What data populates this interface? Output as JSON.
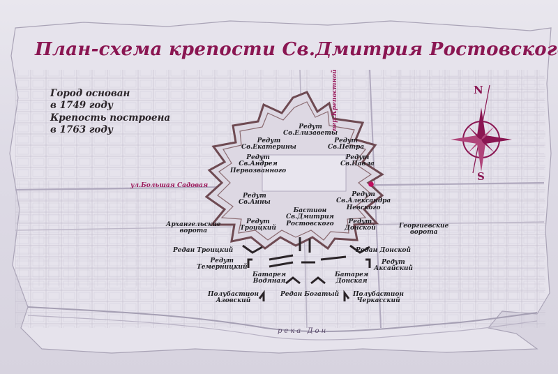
{
  "title": "План-схема крепости Св.Дмитрия Ростовского",
  "history": {
    "line1": "Город основан",
    "line2": "в 1749 году",
    "line3": "Крепость построена",
    "line4": "в 1763 году"
  },
  "compass": {
    "north": "N",
    "south": "S"
  },
  "streets": {
    "bolshaya_sadovaya": "ул.Большая Садовая",
    "krepostnoy": "пер.Крепостной"
  },
  "river": "река Дон",
  "labels": {
    "redut_elizavety": [
      "Редут",
      "Св.Елизаветы"
    ],
    "redut_ekateriny": [
      "Редут",
      "Св.Екатерины"
    ],
    "redut_petra": [
      "Редут",
      "Св.Петра"
    ],
    "redut_andreya": [
      "Редут",
      "Св.Андрея",
      "Первозванного"
    ],
    "redut_pavla": [
      "Редут",
      "Св.Павла"
    ],
    "redut_anny": [
      "Редут",
      "Св.Анны"
    ],
    "redut_aleksandra": [
      "Редут",
      "Св.Александра",
      "Невского"
    ],
    "bastion": [
      "Бастион",
      "Св.Дмитрия",
      "Ростовского"
    ],
    "redut_troitsky": [
      "Редут",
      "Троицкий"
    ],
    "redut_donskoy": [
      "Редут",
      "Донской"
    ],
    "arkhangelskie": [
      "Архангельские",
      "ворота"
    ],
    "georgievskie": [
      "Георгиевские",
      "ворота"
    ],
    "redan_troitsky": "Редан Троицкий",
    "redan_donskoy": "Редан Донской",
    "redut_temernitsky": [
      "Редут",
      "Темерницкий"
    ],
    "redut_aksaysky": [
      "Редут",
      "Аксайский"
    ],
    "batareya_vodyanaya": [
      "Батарея",
      "Водяная"
    ],
    "batareya_donskaya": [
      "Батарея",
      "Донская"
    ],
    "polubastion_azovsky": [
      "Полубастион",
      "Азовский"
    ],
    "redan_bogaty": "Редан Богатый",
    "polubastion_cherkassky": [
      "Полубастион",
      "Черкасский"
    ]
  },
  "colors": {
    "title": "#8a1652",
    "fortress_line": "#6e4a52",
    "street_grid": "#b9b4c4",
    "compass": "#8a1652",
    "marker": "#c01060"
  },
  "icons": {
    "compass": "compass-rose-icon",
    "marker": "location-dot-icon"
  }
}
